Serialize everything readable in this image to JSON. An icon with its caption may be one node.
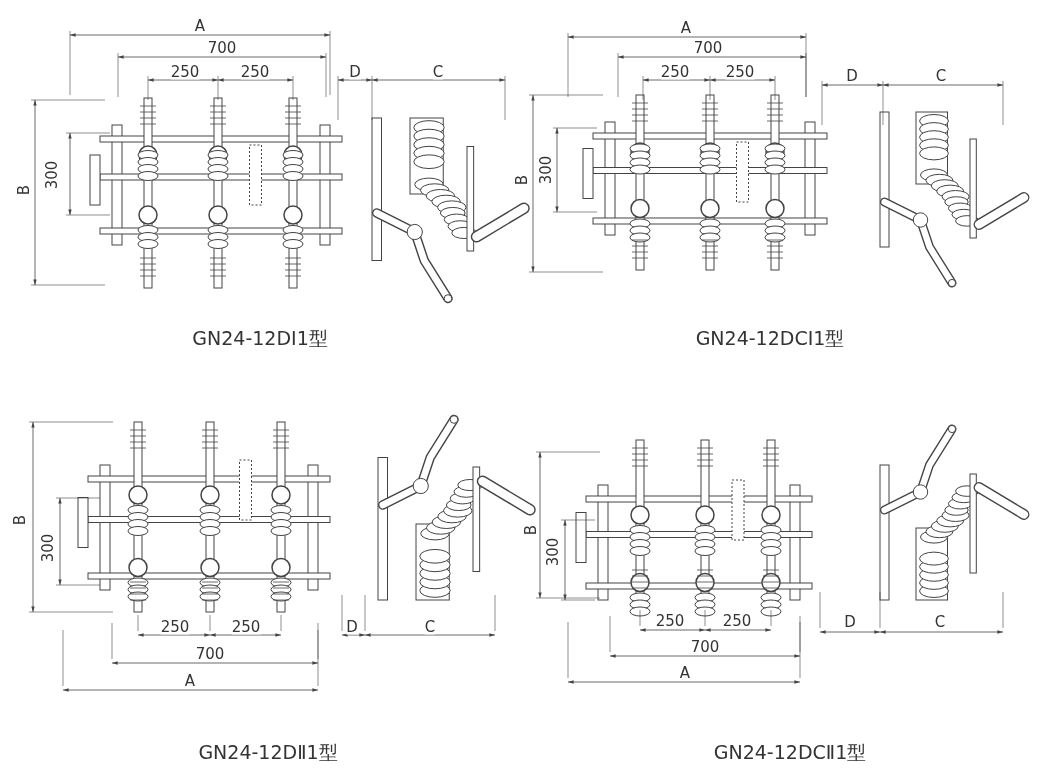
{
  "diagram": {
    "labels": [
      "A",
      "700",
      "250",
      "250",
      "D",
      "C",
      "B",
      "300",
      "GN24-12DⅠ1型",
      "A",
      "700",
      "250",
      "250",
      "D",
      "C",
      "B",
      "300",
      "GN24-12DCⅠ1型",
      "B",
      "300",
      "250",
      "250",
      "D",
      "C",
      "700",
      "A",
      "GN24-12DⅡ1型",
      "B",
      "300",
      "250",
      "250",
      "D",
      "C",
      "700",
      "A",
      "GN24-12DCⅡ1型"
    ]
  }
}
